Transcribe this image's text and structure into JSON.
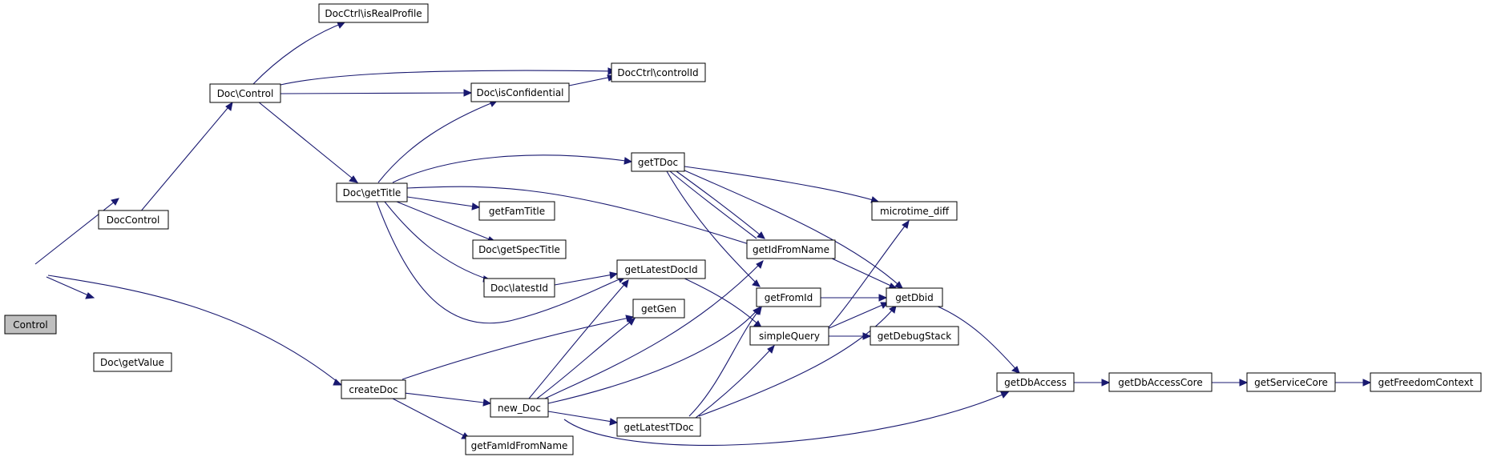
{
  "graph": {
    "colors": {
      "edge": "#191970",
      "root_fill": "#bfbfbf",
      "node_fill": "#ffffff",
      "node_stroke": "#000000"
    },
    "nodes": [
      {
        "id": "n_control",
        "label": "Control",
        "root": true
      },
      {
        "id": "n_doccontrol",
        "label": "DocControl"
      },
      {
        "id": "n_docgetvalue",
        "label": "Doc\\getValue"
      },
      {
        "id": "n_createdoc",
        "label": "createDoc"
      },
      {
        "id": "n_doc_control",
        "label": "Doc\\Control"
      },
      {
        "id": "n_isrealprofile",
        "label": "DocCtrl\\isRealProfile"
      },
      {
        "id": "n_controlid",
        "label": "DocCtrl\\controlId"
      },
      {
        "id": "n_isconfidential",
        "label": "Doc\\isConfidential"
      },
      {
        "id": "n_gettitle",
        "label": "Doc\\getTitle"
      },
      {
        "id": "n_gettdoc",
        "label": "getTDoc"
      },
      {
        "id": "n_getfamtitle",
        "label": "getFamTitle"
      },
      {
        "id": "n_getspectitle",
        "label": "Doc\\getSpecTitle"
      },
      {
        "id": "n_latestid",
        "label": "Doc\\latestId"
      },
      {
        "id": "n_getlatestdocid",
        "label": "getLatestDocId"
      },
      {
        "id": "n_getgen",
        "label": "getGen"
      },
      {
        "id": "n_new_doc",
        "label": "new_Doc"
      },
      {
        "id": "n_getfamidfromname",
        "label": "getFamIdFromName"
      },
      {
        "id": "n_getlatesttdoc",
        "label": "getLatestTDoc"
      },
      {
        "id": "n_getidfromname",
        "label": "getIdFromName"
      },
      {
        "id": "n_getfromid",
        "label": "getFromId"
      },
      {
        "id": "n_simplequery",
        "label": "simpleQuery"
      },
      {
        "id": "n_microtime",
        "label": "microtime_diff"
      },
      {
        "id": "n_getdbid",
        "label": "getDbid"
      },
      {
        "id": "n_getdebugstack",
        "label": "getDebugStack"
      },
      {
        "id": "n_getdbaccess",
        "label": "getDbAccess"
      },
      {
        "id": "n_getdbaccesscore",
        "label": "getDbAccessCore"
      },
      {
        "id": "n_getservicecore",
        "label": "getServiceCore"
      },
      {
        "id": "n_getfreedomcontext",
        "label": "getFreedomContext"
      }
    ]
  }
}
